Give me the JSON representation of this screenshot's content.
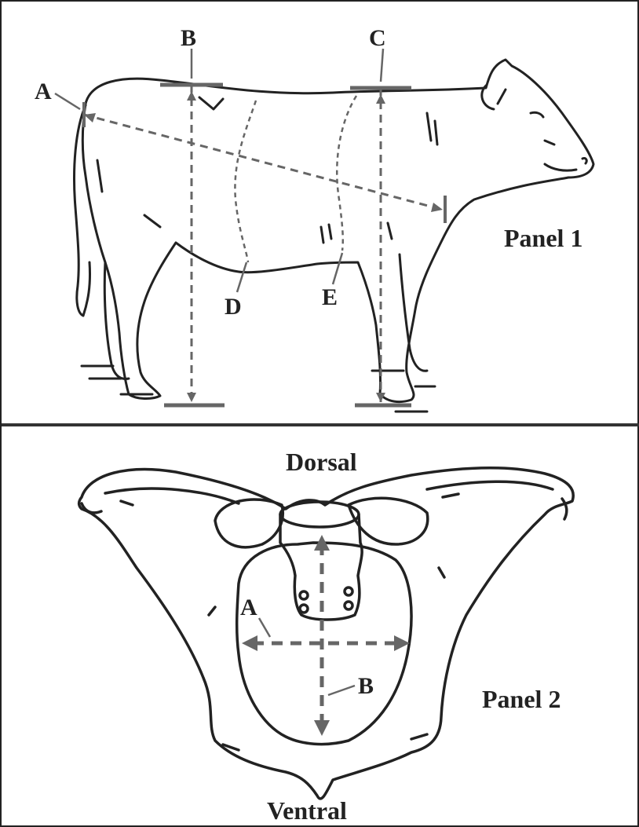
{
  "panel1": {
    "label": "Panel 1",
    "markers": {
      "a": "A",
      "b": "B",
      "c": "C",
      "d": "D",
      "e": "E"
    }
  },
  "panel2": {
    "label": "Panel 2",
    "top_label": "Dorsal",
    "bottom_label": "Ventral",
    "markers": {
      "a": "A",
      "b": "B"
    }
  },
  "colors": {
    "line": "#222222",
    "measure": "#666666"
  }
}
